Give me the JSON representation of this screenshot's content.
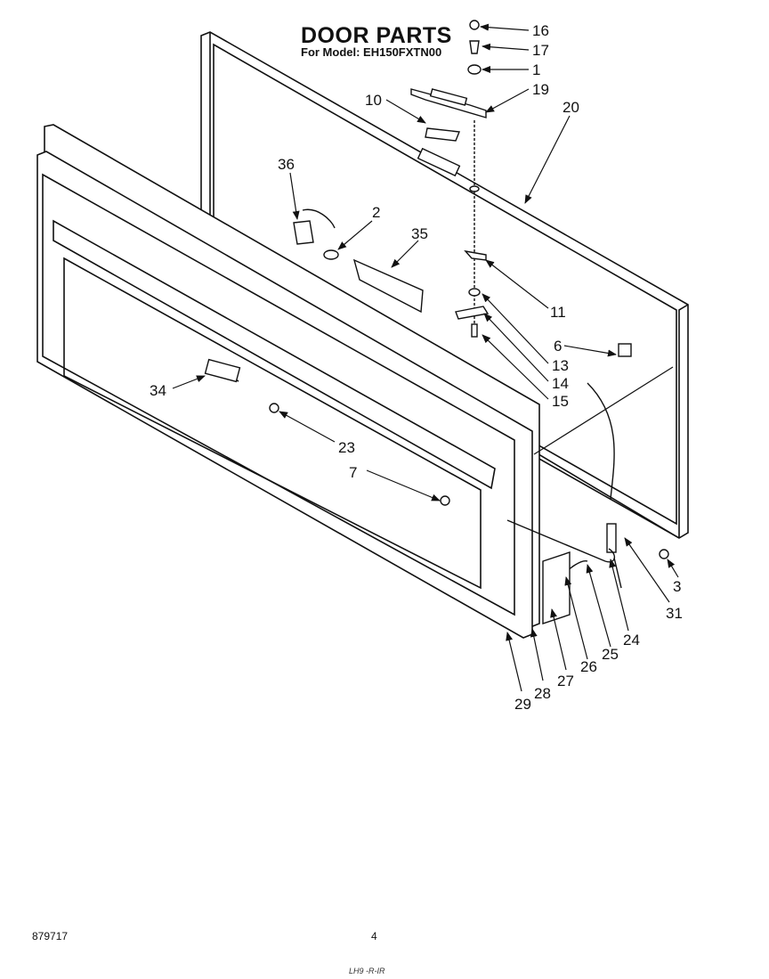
{
  "header": {
    "title": "DOOR PARTS",
    "model": "For Model: EH150FXTN00"
  },
  "footer": {
    "doc_number": "879717",
    "page": "4",
    "note": "LH9 -R-IR"
  },
  "callouts": [
    {
      "id": "c16",
      "text": "16"
    },
    {
      "id": "c17",
      "text": "17"
    },
    {
      "id": "c1",
      "text": "1"
    },
    {
      "id": "c19",
      "text": "19"
    },
    {
      "id": "c20",
      "text": "20"
    },
    {
      "id": "c10",
      "text": "10"
    },
    {
      "id": "c36",
      "text": "36"
    },
    {
      "id": "c2",
      "text": "2"
    },
    {
      "id": "c35",
      "text": "35"
    },
    {
      "id": "c11",
      "text": "11"
    },
    {
      "id": "c6",
      "text": "6"
    },
    {
      "id": "c13",
      "text": "13"
    },
    {
      "id": "c14",
      "text": "14"
    },
    {
      "id": "c15",
      "text": "15"
    },
    {
      "id": "c34",
      "text": "34"
    },
    {
      "id": "c23",
      "text": "23"
    },
    {
      "id": "c7",
      "text": "7"
    },
    {
      "id": "c3",
      "text": "3"
    },
    {
      "id": "c31",
      "text": "31"
    },
    {
      "id": "c24",
      "text": "24"
    },
    {
      "id": "c25",
      "text": "25"
    },
    {
      "id": "c26",
      "text": "26"
    },
    {
      "id": "c27",
      "text": "27"
    },
    {
      "id": "c28",
      "text": "28"
    },
    {
      "id": "c29",
      "text": "29"
    }
  ]
}
